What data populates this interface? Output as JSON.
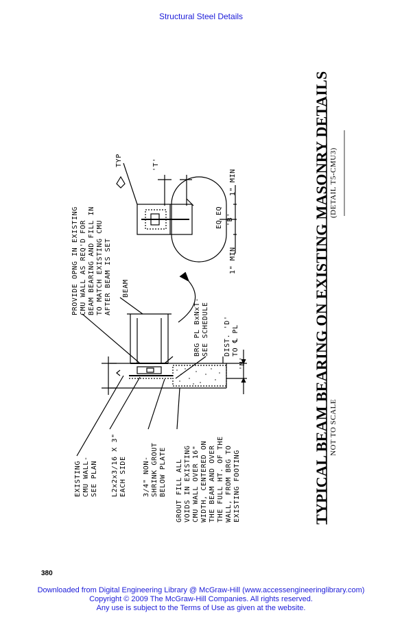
{
  "header": {
    "title": "Structural Steel Details"
  },
  "page_number": "380",
  "drawing": {
    "title": "TYPICAL BEAM BEARING ON EXISTING MASONRY DETAILS",
    "detail_ref": "(DETAIL T5-CMU3)",
    "scale_note": "NOT TO SCALE",
    "notes": {
      "existing_cmu": [
        "EXISTING",
        "CMU WALL-",
        "SEE PLAN"
      ],
      "angle": [
        "L2x2x3/16 X 3\"",
        "EACH SIDE"
      ],
      "grout": [
        "3/4\" NON-",
        "SHRINK GROUT",
        "BELOW PLATE"
      ],
      "grout_fill": [
        "GROUT FILL ALL",
        "VOIDS IN EXISTING",
        "CMU WALL OVER 16\"",
        "WIDTH, CENTERED ON",
        "THE BEAM AND OVER",
        "THE FULL HT. OF THE",
        "WALL, FROM BRG TO",
        "EXISTING FOOTING"
      ],
      "provide_opening": [
        "PROVIDE OPNG IN EXISTING",
        "CMU WALL AS REQ'D FOR",
        "BEAM BEARING AND FILL IN",
        "TO MATCH EXISTING CMU",
        "AFTER BEAM IS SET"
      ],
      "beam": "BEAM",
      "bearing_plate": [
        "BRG PL BxNxT-",
        "SEE SCHEDULE"
      ],
      "dist_d": [
        "DIST. 'D'",
        "TO ℄ PL"
      ],
      "dim_n": "'N'",
      "dim_t": "'T'",
      "dim_b": "'B'",
      "eq_eq": "EQ EQ",
      "min_left": "1\" MIN",
      "min_right": "1\" MIN",
      "typ": "TYP"
    }
  },
  "footer": {
    "line1": "Downloaded from Digital Engineering Library @ McGraw-Hill (www.accessengineeringlibrary.com)",
    "line2": "Copyright © 2009 The McGraw-Hill Companies. All rights reserved.",
    "line3": "Any use is subject to the Terms of Use as given at the website."
  }
}
